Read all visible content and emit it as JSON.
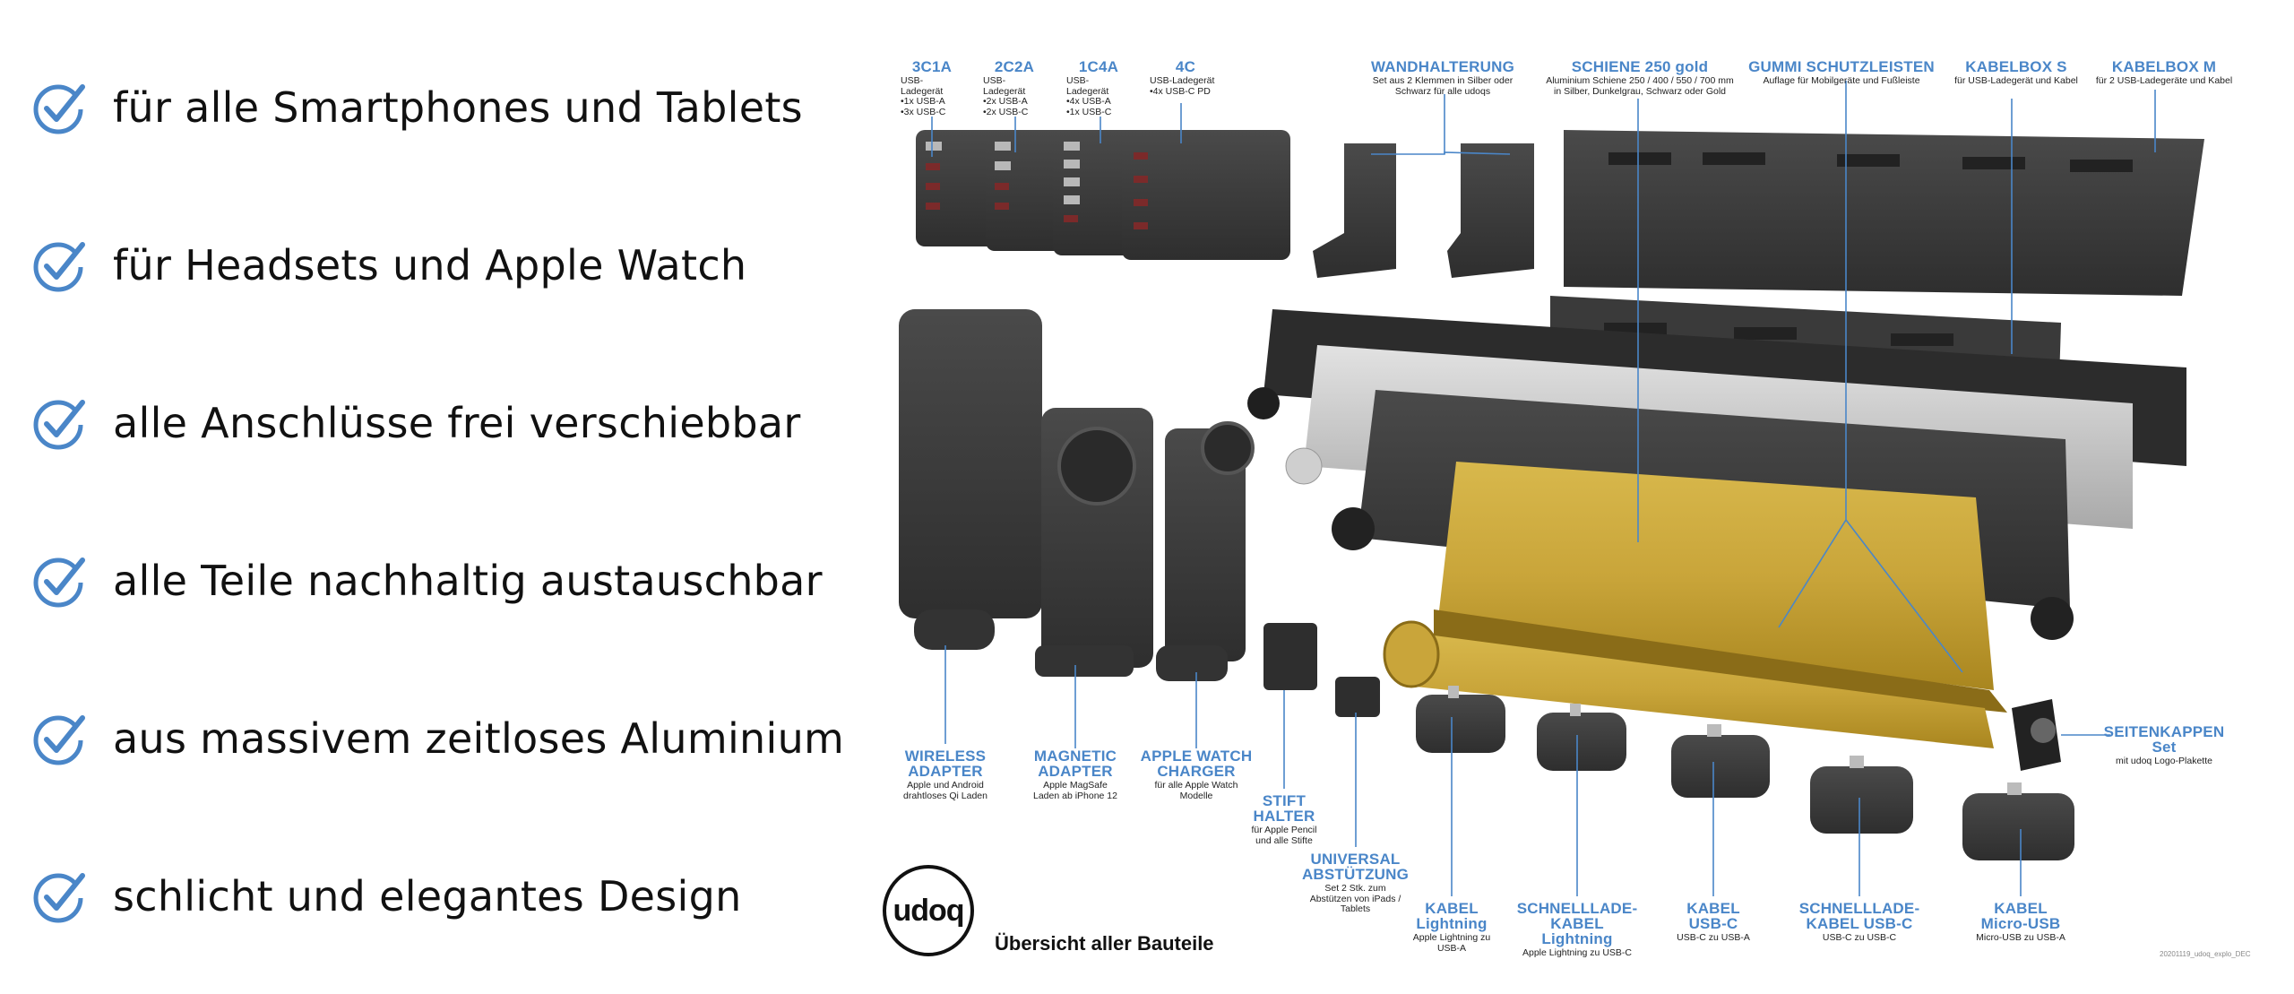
{
  "features": [
    "für alle Smartphones und Tablets",
    "für Headsets und Apple Watch",
    "alle Anschlüsse frei verschiebbar",
    "alle Teile nachhaltig austauschbar",
    "aus massivem zeitloses Aluminium",
    "schlicht und elegantes Design"
  ],
  "icons": {
    "feature": "check-circle-icon"
  },
  "colors": {
    "accent": "#4a86c8",
    "gold": "#c9a53a",
    "dark": "#3b3b3b",
    "silver": "#c8c8c8"
  },
  "labels": {
    "c3c1a": {
      "title": "3C1A",
      "desc": [
        "USB-Ladegerät",
        "•1x USB-A",
        "•3x USB-C"
      ]
    },
    "c2c2a": {
      "title": "2C2A",
      "desc": [
        "USB-Ladegerät",
        "•2x USB-A",
        "•2x USB-C"
      ]
    },
    "c1c4a": {
      "title": "1C4A",
      "desc": [
        "USB-Ladegerät",
        "•4x USB-A",
        "•1x USB-C"
      ]
    },
    "c4c": {
      "title": "4C",
      "desc": [
        "USB-Ladegerät",
        "•4x USB-C PD"
      ]
    },
    "wand": {
      "title": "WANDHALTERUNG",
      "desc": [
        "Set aus 2 Klemmen in Silber oder",
        "Schwarz für alle udoqs"
      ]
    },
    "schiene": {
      "title": "SCHIENE 250 gold",
      "desc": [
        "Aluminium Schiene 250 / 400 / 550 / 700 mm",
        "in Silber, Dunkelgrau, Schwarz oder Gold"
      ]
    },
    "gummi": {
      "title": "GUMMI SCHUTZLEISTEN",
      "desc": [
        "Auflage für Mobilgeräte und Fußleiste"
      ]
    },
    "kboxs": {
      "title": "KABELBOX S",
      "desc": [
        "für USB-Ladegerät und Kabel"
      ]
    },
    "kboxm": {
      "title": "KABELBOX M",
      "desc": [
        "für 2 USB-Ladegeräte und Kabel"
      ]
    },
    "wireless": {
      "title": [
        "WIRELESS",
        "ADAPTER"
      ],
      "desc": [
        "Apple und Android",
        "drahtloses Qi Laden"
      ]
    },
    "magnetic": {
      "title": [
        "MAGNETIC",
        "ADAPTER"
      ],
      "desc": [
        "Apple MagSafe",
        "Laden ab iPhone 12"
      ]
    },
    "watch": {
      "title": [
        "APPLE WATCH",
        "CHARGER"
      ],
      "desc": [
        "für alle Apple Watch",
        "Modelle"
      ]
    },
    "stift": {
      "title": [
        "STIFT",
        "HALTER"
      ],
      "desc": [
        "für Apple Pencil",
        "und alle Stifte"
      ]
    },
    "universal": {
      "title": [
        "UNIVERSAL",
        "ABSTÜTZUNG"
      ],
      "desc": [
        "Set 2 Stk. zum",
        "Abstützen von iPads /",
        "Tablets"
      ]
    },
    "klight": {
      "title": [
        "KABEL",
        "Lightning"
      ],
      "desc": [
        "Apple Lightning zu",
        "USB-A"
      ]
    },
    "sklight": {
      "title": [
        "SCHNELLLADE-",
        "KABEL Lightning"
      ],
      "desc": [
        "Apple Lightning zu USB-C"
      ]
    },
    "kusbc": {
      "title": [
        "KABEL",
        "USB-C"
      ],
      "desc": [
        "USB-C zu USB-A"
      ]
    },
    "skusbc": {
      "title": [
        "SCHNELLLADE-",
        "KABEL USB-C"
      ],
      "desc": [
        "USB-C zu USB-C"
      ]
    },
    "kmicro": {
      "title": [
        "KABEL",
        "Micro-USB"
      ],
      "desc": [
        "Micro-USB zu USB-A"
      ]
    },
    "seiten": {
      "title": [
        "SEITENKAPPEN",
        "Set"
      ],
      "desc": [
        "mit udoq Logo-Plakette"
      ]
    }
  },
  "logo_text": "udoq",
  "footer_title": "Übersicht aller Bauteile",
  "file_code": "20201119_udoq_explo_DEC"
}
